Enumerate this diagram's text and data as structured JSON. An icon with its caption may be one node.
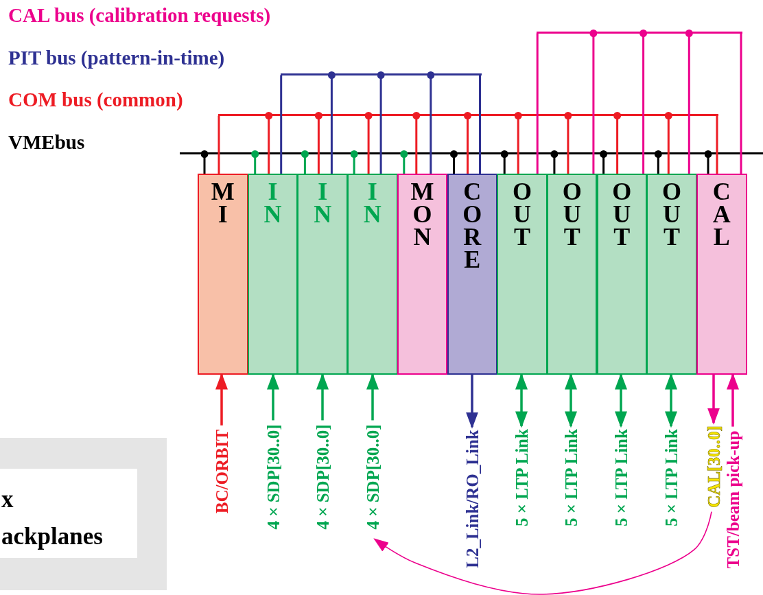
{
  "diagram": {
    "nodes": [
      {
        "text": [
          "MI"
        ]
      },
      {
        "text": [
          "IN"
        ]
      },
      {
        "text": [
          "IN"
        ]
      },
      {
        "text": [
          "IN"
        ]
      },
      {
        "text": [
          "MON"
        ]
      },
      {
        "text": [
          "CORE"
        ]
      },
      {
        "text": [
          "OUT"
        ]
      },
      {
        "text": [
          "OUT"
        ]
      },
      {
        "text": [
          "OUT"
        ]
      },
      {
        "text": [
          "OUT"
        ]
      },
      {
        "text": [
          "CAL"
        ]
      },
      {
        "text": [
          "BC/ORBIT"
        ]
      },
      {
        "text": [
          "4 × SDP[30..0]"
        ]
      },
      {
        "text": [
          "4 × SDP[30..0]"
        ]
      },
      {
        "text": [
          "4 × SDP[30..0]"
        ]
      },
      {
        "text": [
          "L2_Link/RO_Link"
        ]
      },
      {
        "text": [
          "5 × LTP Link"
        ]
      },
      {
        "text": [
          "5 × LTP Link"
        ]
      },
      {
        "text": [
          "5 × LTP Link"
        ]
      },
      {
        "text": [
          "5 × LTP Link"
        ]
      },
      {
        "text": [
          "CAL[30..0]"
        ]
      },
      {
        "text": [
          "TST/beam pick-up"
        ]
      },
      {
        "text": [],
        "shape": "box"
      },
      {
        "text": [
          "x",
          "ackplanes"
        ],
        "in": 22
      },
      {
        "text": [],
        "shape": "bar"
      },
      {
        "text": [],
        "shape": "bar"
      },
      {
        "text": [],
        "shape": "bar"
      },
      {
        "text": [],
        "shape": "bar"
      }
    ],
    "edges": [
      {
        "from": 11,
        "to": 0,
        "arrow": "to"
      },
      {
        "from": 12,
        "to": 1,
        "arrow": "to",
        "color": "#00a650"
      },
      {
        "from": 13,
        "to": 2,
        "arrow": "to",
        "color": "#00a650"
      },
      {
        "from": 14,
        "to": 3,
        "arrow": "to",
        "color": "#00a650"
      },
      {
        "from": 5,
        "to": 15,
        "arrow": "to",
        "color": "#2e3192"
      },
      {
        "from": 6,
        "to": 16,
        "arrow": "both",
        "color": "#00a650"
      },
      {
        "from": 7,
        "to": 17,
        "arrow": "both",
        "color": "#00a650"
      },
      {
        "from": 8,
        "to": 18,
        "arrow": "both",
        "color": "#00a650"
      },
      {
        "from": 9,
        "to": 19,
        "arrow": "both",
        "color": "#00a650"
      },
      {
        "from": 10,
        "to": 20,
        "arrow": "to",
        "color": "#ec008c"
      },
      {
        "from": 21,
        "to": 10,
        "arrow": "to",
        "color": "#ec008c"
      },
      {
        "from": 20,
        "to": 14,
        "arrow": "to",
        "color": "#ec008c"
      },
      {
        "from": 24,
        "to": 6,
        "arrow": "none",
        "color": "#ec008c"
      },
      {
        "from": 24,
        "to": 7,
        "arrow": "other",
        "color": "#ec008c"
      },
      {
        "from": 24,
        "to": 8,
        "arrow": "other",
        "color": "#ec008c"
      },
      {
        "from": 24,
        "to": 9,
        "arrow": "other",
        "color": "#ec008c"
      },
      {
        "from": 24,
        "to": 10,
        "arrow": "none",
        "color": "#ec008c"
      },
      {
        "from": 25,
        "to": 1,
        "arrow": "none",
        "color": "#2e3192"
      },
      {
        "from": 25,
        "to": 2,
        "arrow": "other",
        "color": "#2e3192"
      },
      {
        "from": 25,
        "to": 3,
        "arrow": "other",
        "color": "#2e3192"
      },
      {
        "from": 25,
        "to": 4,
        "arrow": "other",
        "color": "#2e3192"
      },
      {
        "from": 25,
        "to": 5,
        "arrow": "none",
        "color": "#2e3192"
      },
      {
        "from": 26,
        "to": 0,
        "arrow": "none"
      },
      {
        "from": 26,
        "to": 1,
        "arrow": "other"
      },
      {
        "from": 26,
        "to": 2,
        "arrow": "other"
      },
      {
        "from": 26,
        "to": 3,
        "arrow": "other"
      },
      {
        "from": 26,
        "to": 4,
        "arrow": "other"
      },
      {
        "from": 26,
        "to": 5,
        "arrow": "other"
      },
      {
        "from": 26,
        "to": 6,
        "arrow": "other"
      },
      {
        "from": 26,
        "to": 7,
        "arrow": "other"
      },
      {
        "from": 26,
        "to": 8,
        "arrow": "other"
      },
      {
        "from": 26,
        "to": 9,
        "arrow": "other"
      },
      {
        "from": 26,
        "to": 10,
        "arrow": "none"
      },
      {
        "from": 27,
        "to": 0,
        "arrow": "other",
        "color": "#000000"
      },
      {
        "from": 27,
        "to": 1,
        "arrow": "other",
        "color": "#00a650"
      },
      {
        "from": 27,
        "to": 2,
        "arrow": "other",
        "color": "#00a650"
      },
      {
        "from": 27,
        "to": 3,
        "arrow": "other",
        "color": "#00a650"
      },
      {
        "from": 27,
        "to": 4,
        "arrow": "other",
        "color": "#00a650"
      },
      {
        "from": 27,
        "to": 5,
        "arrow": "other",
        "color": "#000000"
      },
      {
        "from": 27,
        "to": 6,
        "arrow": "other",
        "color": "#000000"
      },
      {
        "from": 27,
        "to": 7,
        "arrow": "other",
        "color": "#000000"
      },
      {
        "from": 27,
        "to": 8,
        "arrow": "other",
        "color": "#000000"
      },
      {
        "from": 27,
        "to": 9,
        "arrow": "other",
        "color": "#000000"
      },
      {
        "from": 27,
        "to": 10,
        "arrow": "other",
        "color": "#000000"
      }
    ],
    "labels": [
      "CAL bus (calibration requests)",
      "PIT bus (pattern-in-time)",
      "COM bus (common)",
      "VMEbus"
    ]
  }
}
